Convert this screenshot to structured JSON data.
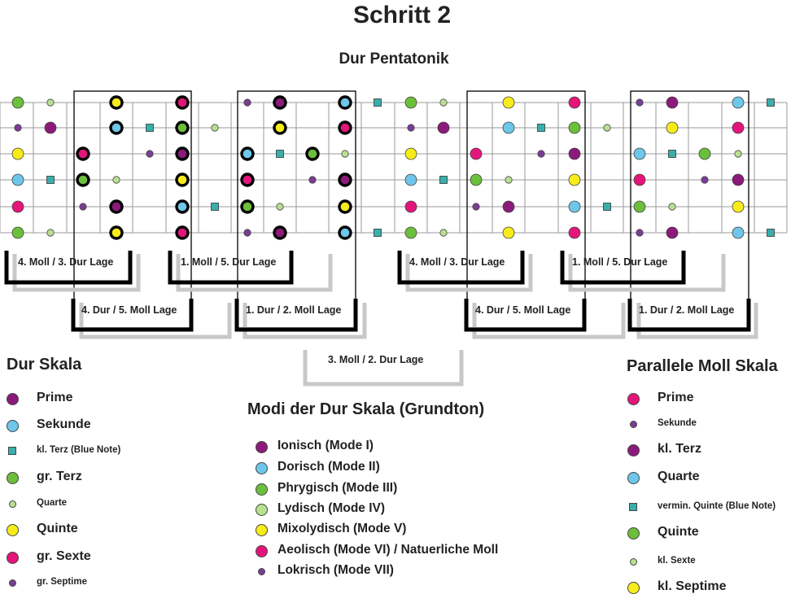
{
  "title": "Schritt 2",
  "subtitle": "Dur Pentatonik",
  "colors": {
    "dark_purple": "#8b1a7a",
    "light_blue": "#6ec6ea",
    "teal": "#3aaeaa",
    "green": "#6cbf3a",
    "light_green": "#b8e090",
    "yellow": "#f7ec1a",
    "magenta": "#e4157a",
    "violet": "#7a3d96",
    "box_shadow": "#c8c8c8"
  },
  "positions_top": [
    "4. Moll / 3. Dur Lage",
    "1. Moll / 5. Dur Lage",
    "4. Moll / 3. Dur Lage",
    "1. Moll / 5. Dur Lage"
  ],
  "positions_bottom": [
    "4. Dur / 5. Moll Lage",
    "1. Dur / 2. Moll Lage",
    "4. Dur / 5. Moll Lage",
    "1. Dur / 2. Moll Lage"
  ],
  "position_center": "3. Moll / 2. Dur Lage",
  "dur_skala": {
    "heading": "Dur Skala",
    "items": [
      {
        "label": "Prime",
        "icon": "dark-purple-circle-icon"
      },
      {
        "label": "Sekunde",
        "icon": "light-blue-circle-icon"
      },
      {
        "label": "kl. Terz (Blue Note)",
        "icon": "teal-square-icon"
      },
      {
        "label": "gr. Terz",
        "icon": "green-circle-icon"
      },
      {
        "label": "Quarte",
        "icon": "light-green-small-circle-icon"
      },
      {
        "label": "Quinte",
        "icon": "yellow-circle-icon"
      },
      {
        "label": "gr. Sexte",
        "icon": "magenta-circle-icon"
      },
      {
        "label": "gr. Septime",
        "icon": "violet-small-circle-icon"
      }
    ]
  },
  "modi": {
    "heading": "Modi der Dur Skala (Grundton)",
    "items": [
      {
        "label": "Ionisch (Mode I)",
        "icon": "dark-purple-circle-icon"
      },
      {
        "label": "Dorisch (Mode II)",
        "icon": "light-blue-circle-icon"
      },
      {
        "label": "Phrygisch (Mode III)",
        "icon": "green-circle-icon"
      },
      {
        "label": "Lydisch (Mode IV)",
        "icon": "light-green-circle-icon"
      },
      {
        "label": "Mixolydisch (Mode V)",
        "icon": "yellow-circle-icon"
      },
      {
        "label": "Aeolisch (Mode VI) / Natuerliche Moll",
        "icon": "magenta-circle-icon"
      },
      {
        "label": "Lokrisch (Mode VII)",
        "icon": "violet-small-circle-icon"
      }
    ]
  },
  "moll_skala": {
    "heading": "Parallele Moll Skala",
    "items": [
      {
        "label": "Prime",
        "icon": "magenta-circle-icon"
      },
      {
        "label": "Sekunde",
        "icon": "violet-small-circle-icon"
      },
      {
        "label": "kl. Terz",
        "icon": "dark-purple-circle-icon"
      },
      {
        "label": "Quarte",
        "icon": "light-blue-circle-icon"
      },
      {
        "label": "vermin. Quinte (Blue Note)",
        "icon": "teal-square-icon"
      },
      {
        "label": "Quinte",
        "icon": "green-circle-icon"
      },
      {
        "label": "kl. Sexte",
        "icon": "light-green-small-circle-icon"
      },
      {
        "label": "kl. Septime",
        "icon": "yellow-circle-icon"
      }
    ]
  }
}
